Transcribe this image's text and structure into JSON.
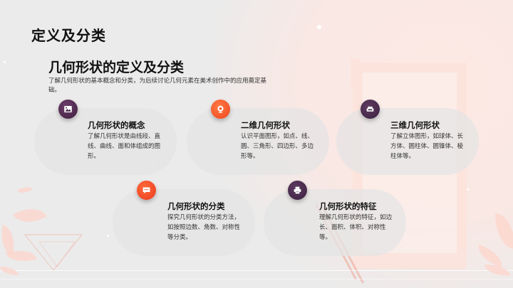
{
  "slide": {
    "title": "定义及分类",
    "section_title": "几何形状的定义及分类",
    "section_desc": "了解几何形状的基本概念和分类，为后续讨论几何元素在美术创作中的应用奠定基础。"
  },
  "cards": [
    {
      "icon": "image-icon",
      "icon_color": "#4a2749",
      "title": "几何形状的概念",
      "text": "了解几何形状是由线段、直线、曲线、面和体组成的图形。"
    },
    {
      "icon": "webcam-icon",
      "icon_color": "#f4521f",
      "title": "二维几何形状",
      "text": "认识平面图形，如点、线、圆、三角形、四边形、多边形等。"
    },
    {
      "icon": "sofa-icon",
      "icon_color": "#432746",
      "title": "三维几何形状",
      "text": "了解立体图形，如球体、长方体、圆柱体、圆锥体、棱柱体等。"
    },
    {
      "icon": "chat-bubble-icon",
      "icon_color": "#f04322",
      "title": "几何形状的分类",
      "text": "探究几何形状的分类方法，如按照边数、角数、对称性等分类。"
    },
    {
      "icon": "printer-icon",
      "icon_color": "#412644",
      "title": "几何形状的特征",
      "text": "理解几何形状的特征，如边长、面积、体积、对称性等。"
    }
  ]
}
